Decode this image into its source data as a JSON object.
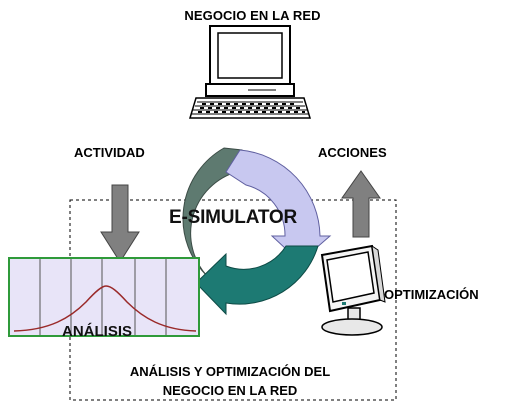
{
  "diagram": {
    "top_label": "NEGOCIO EN LA RED",
    "left_label": "ACTIVIDAD",
    "right_label": "ACCIONES",
    "center_label": "E-SIMULATOR",
    "right_panel_label": "OPTIMIZACIÓN",
    "left_panel_label": "ANÁLISIS",
    "caption_line1": "ANÁLISIS Y OPTIMIZACIÓN DEL",
    "caption_line2": "NEGOCIO EN LA RED"
  },
  "colors": {
    "arrow_gray": "#808080",
    "cycle_dark_gray": "#5e7a70",
    "cycle_lavender": "#c8c8f0",
    "cycle_teal": "#1d7a73",
    "chart_bg": "#e8e4f8",
    "chart_border": "#2f9a3a",
    "curve": "#9a2a2a",
    "monitor_fill": "#f4f4f4",
    "dashed_border": "#000000"
  }
}
